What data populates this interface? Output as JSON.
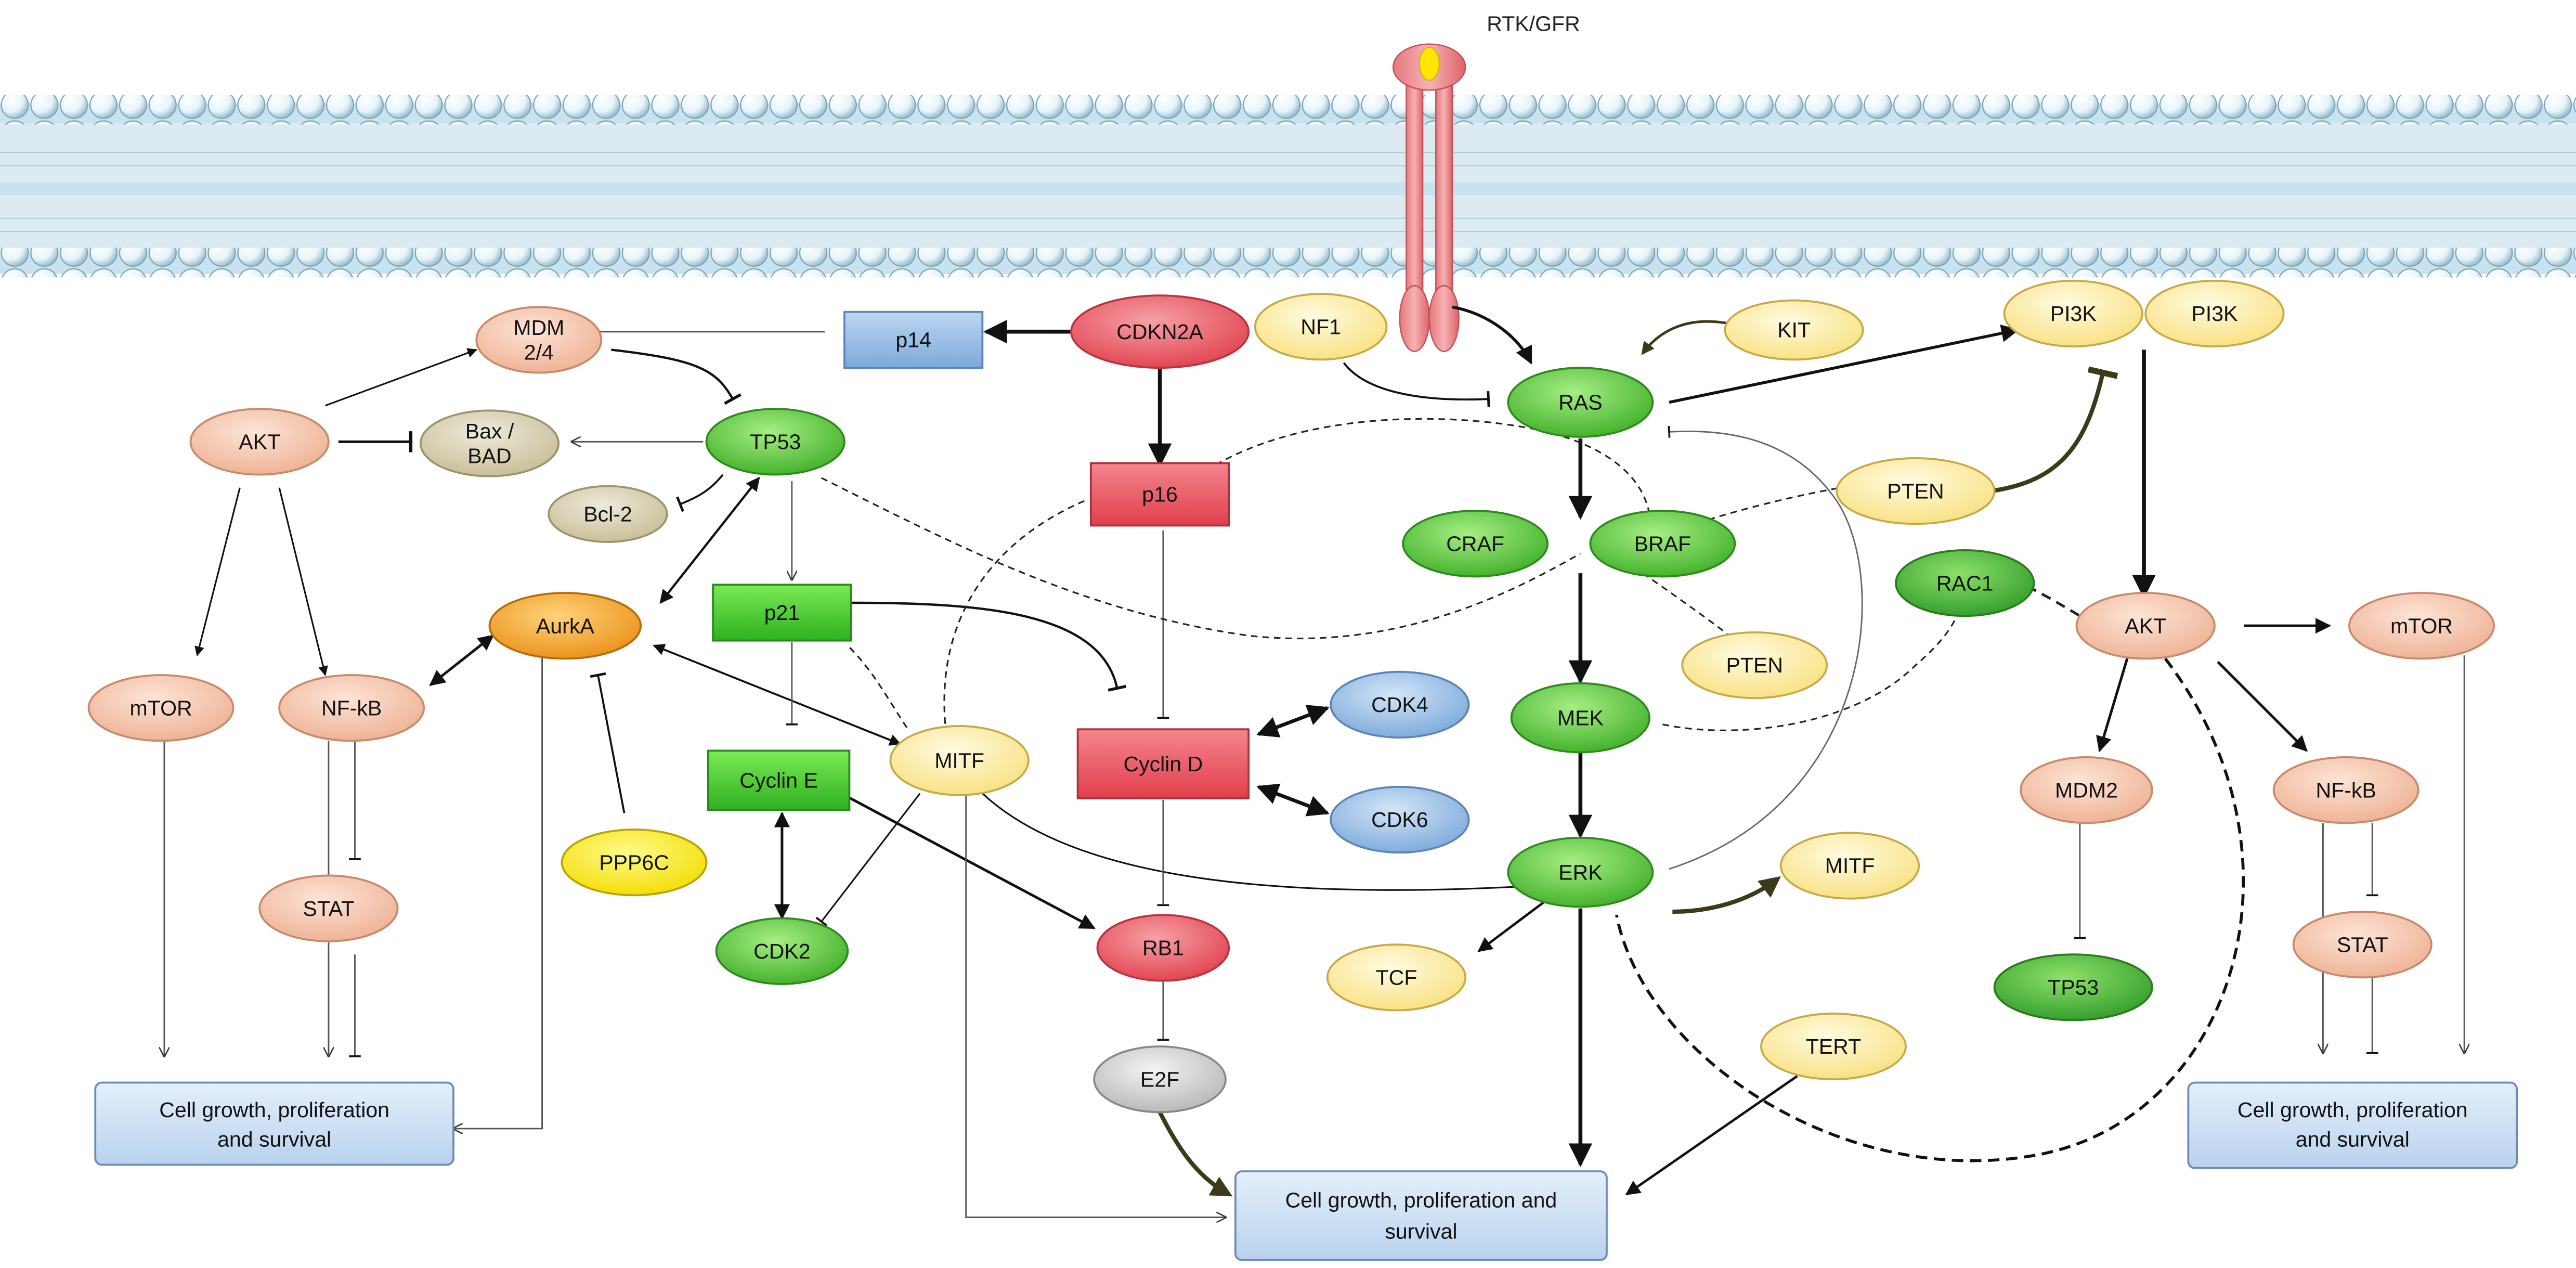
{
  "receptor": {
    "label": "RTK/GFR"
  },
  "nodes": {
    "p14": "p14",
    "cdkn2a": "CDKN2A",
    "nf1": "NF1",
    "kit": "KIT",
    "pi3k_1": "PI3K",
    "pi3k_2": "PI3K",
    "mdm24": [
      "MDM",
      "2/4"
    ],
    "akt_left": "AKT",
    "baxbad": [
      "Bax /",
      "BAD"
    ],
    "tp53_top": "TP53",
    "bcl2": "Bcl-2",
    "ras": "RAS",
    "p16": "p16",
    "pten_top": "PTEN",
    "craf": "CRAF",
    "braf": "BRAF",
    "rac1": "RAC1",
    "aurka": "AurkA",
    "p21": "p21",
    "pten_mid": "PTEN",
    "akt_right": "AKT",
    "mtor_right": "mTOR",
    "mtor_left": "mTOR",
    "nfkb_left": "NF-kB",
    "cdk4": "CDK4",
    "mek": "MEK",
    "cycline": "Cyclin E",
    "mitf_left": "MITF",
    "cyclind": "Cyclin D",
    "mdm2": "MDM2",
    "nfkb_right": "NF-kB",
    "cdk6": "CDK6",
    "ppp6c": "PPP6C",
    "erk": "ERK",
    "mitf_right": "MITF",
    "stat_left": "STAT",
    "cdk2": "CDK2",
    "rb1": "RB1",
    "tcf": "TCF",
    "tp53_bottom": "TP53",
    "stat_right": "STAT",
    "tert": "TERT",
    "e2f": "E2F"
  },
  "outcomes": {
    "left": [
      "Cell growth, proliferation",
      "and survival"
    ],
    "center": [
      "Cell growth, proliferation and",
      "survival"
    ],
    "right": [
      "Cell growth, proliferation",
      "and survival"
    ]
  },
  "colors": {
    "green": "#5cc93a",
    "red": "#ea5b66",
    "pale_yellow": "#fff2a8",
    "peach": "#f7c8ae",
    "tan": "#d8d1b0",
    "blue": "#9cc0e6",
    "orange": "#f2a230",
    "yellow": "#ffee00",
    "grey": "#cfcfcf",
    "outcome": "#cde0f6",
    "membrane": "#c8e3ef"
  }
}
